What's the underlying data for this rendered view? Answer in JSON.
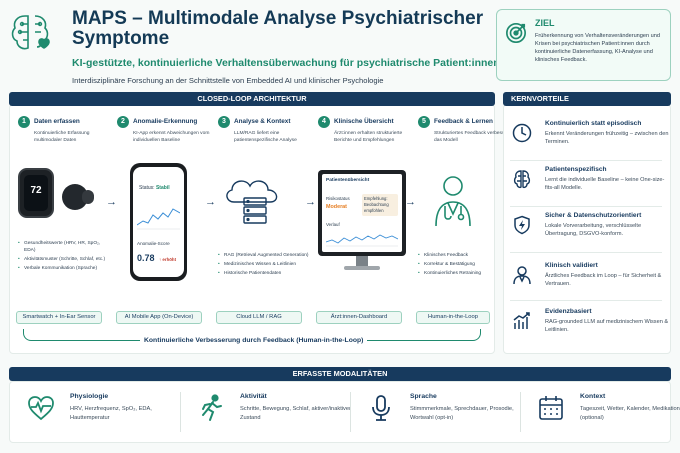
{
  "header": {
    "title": "MAPS – Multimodale Analyse Psychiatrischer Symptome",
    "subtitle": "KI-gestützte, kontinuierliche Verhaltensüberwachung für psychiatrische Patient:innen",
    "tagline": "Interdisziplinäre Forschung an der Schnittstelle von Embedded AI und klinischer Psychologie"
  },
  "goal": {
    "title": "ZIEL",
    "text": "Früherkennung von Verhaltensveränderungen und Krisen bei psychiatrischen Patient:innen durch kontinuierliche Datenerfassung, KI-Analyse und klinisches Feedback."
  },
  "architecture": {
    "banner": "CLOSED-LOOP ARCHITEKTUR",
    "steps": [
      {
        "num": "1",
        "title": "Daten erfassen",
        "desc": "Kontinuierliche Erfassung multimodaler Daten",
        "pill": "Smartwatch + In-Ear Sensor",
        "list": [
          "Gesundheitswerte (HRV, HR, SpO₂, EDA)",
          "Aktivitätsmuster (Schritte, Schlaf, etc.)",
          "Verbale Kommunikation (Sprache)"
        ]
      },
      {
        "num": "2",
        "title": "Anomalie-Erkennung",
        "desc": "KI-App erkennt Abweichungen vom individuellen Baseline",
        "pill": "AI Mobile App (On-Device)",
        "list": []
      },
      {
        "num": "3",
        "title": "Analyse & Kontext",
        "desc": "LLM/RAG liefert eine patientenspezifische Analyse",
        "pill": "Cloud LLM / RAG",
        "list": [
          "RAG (Retrieval Augmented Generation)",
          "Medizinisches Wissen & Leitlinien",
          "Historische Patientendaten"
        ]
      },
      {
        "num": "4",
        "title": "Klinische Übersicht",
        "desc": "Ärzt:innen erhalten strukturierte Berichte und Empfehlungen",
        "pill": "Ärzt:innen-Dashboard",
        "list": []
      },
      {
        "num": "5",
        "title": "Feedback & Lernen",
        "desc": "Strukturiertes Feedback verbessert das Modell",
        "pill": "Human-in-the-Loop",
        "list": [
          "Klinisches Feedback",
          "Korrektur & Bestätigung",
          "Kontinuierliches Retraining"
        ]
      }
    ],
    "loop_label": "Kontinuierliche Verbesserung durch Feedback (Human-in-the-Loop)",
    "watch_value": "72",
    "phone": {
      "status_label": "Status:",
      "status_value": "Stabil",
      "score_label": "Anomalie-Score",
      "score_value": "0.78",
      "score_tag": "↑ erhöht"
    },
    "dashboard": {
      "title": "Patientenübersicht",
      "risk_label": "Risikostatus",
      "risk_value": "Moderat",
      "rec": "Empfehlung: Beobachtung empfohlen",
      "trend_label": "Verlauf"
    }
  },
  "kernvorteile": {
    "banner": "KERNVORTEILE",
    "items": [
      {
        "title": "Kontinuierlich statt episodisch",
        "text": "Erkennt Veränderungen frühzeitig – zwischen den Terminen.",
        "icon": "clock-icon"
      },
      {
        "title": "Patientenspezifisch",
        "text": "Lernt die individuelle Baseline – keine One-size-fits-all Modelle.",
        "icon": "brain-icon"
      },
      {
        "title": "Sicher & Datenschutzorientiert",
        "text": "Lokale Vorverarbeitung, verschlüsselte Übertragung, DSGVO-konform.",
        "icon": "shield-icon"
      },
      {
        "title": "Klinisch validiert",
        "text": "Ärztliches Feedback im Loop – für Sicherheit & Vertrauen.",
        "icon": "doctor-icon"
      },
      {
        "title": "Evidenzbasiert",
        "text": "RAG-grounded LLM auf medizinischem Wissen & Leitlinien.",
        "icon": "chart-icon"
      }
    ]
  },
  "modalities": {
    "banner": "ERFASSTE MODALITÄTEN",
    "items": [
      {
        "title": "Physiologie",
        "text": "HRV, Herzfrequenz, SpO₂, EDA, Hauttemperatur",
        "icon": "heart-icon"
      },
      {
        "title": "Aktivität",
        "text": "Schritte, Bewegung, Schlaf, aktiver/inaktiver Zustand",
        "icon": "running-icon"
      },
      {
        "title": "Sprache",
        "text": "Stimmmerkmale, Sprechdauer, Prosodie, Wortwahl (opt-in)",
        "icon": "microphone-icon"
      },
      {
        "title": "Kontext",
        "text": "Tageszeit, Wetter, Kalender, Medikation (optional)",
        "icon": "calendar-icon"
      }
    ]
  },
  "colors": {
    "accent": "#1f8a6e",
    "navy": "#173a5e"
  }
}
